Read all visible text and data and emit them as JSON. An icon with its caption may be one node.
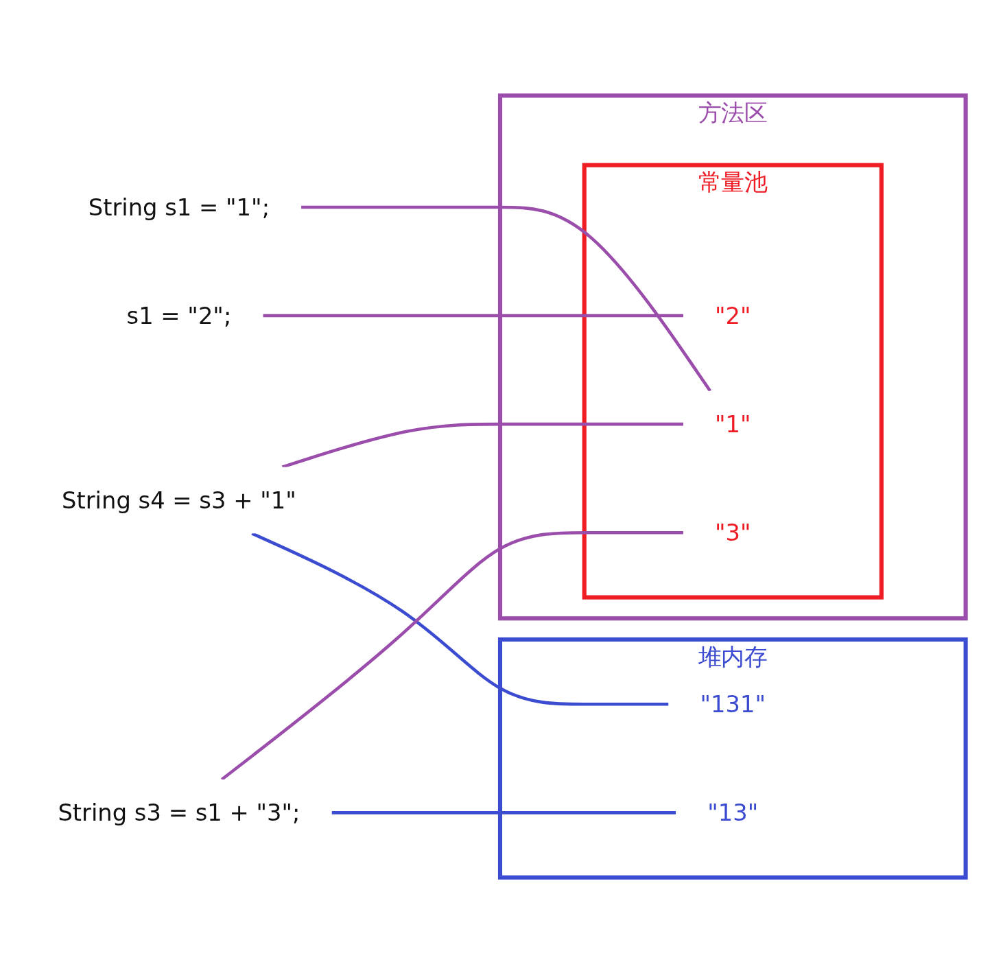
{
  "diagram": {
    "nodes": [
      {
        "text": [
          "堆内存"
        ]
      },
      {
        "text": [
          "\"13\""
        ],
        "in": 0
      },
      {
        "text": [
          "\"131\""
        ],
        "in": 0
      },
      {
        "text": [
          "方法区"
        ]
      },
      {
        "text": [
          "常量池"
        ],
        "in": 3
      },
      {
        "text": [
          "\"1\""
        ],
        "in": 4
      },
      {
        "text": [
          "\"2\""
        ],
        "in": 4
      },
      {
        "text": [
          "\"3\""
        ],
        "in": 4
      },
      {
        "text": [
          "String s1 = \"1\";"
        ]
      },
      {
        "text": [
          "s1 = \"2\";"
        ]
      },
      {
        "text": [
          "String s3 = s1 + \"3\";"
        ]
      },
      {
        "text": [
          "String s4 = s3 + \"1\""
        ]
      }
    ],
    "edges": [
      {
        "from": 8,
        "to": 5,
        "arrow": "none"
      },
      {
        "from": 9,
        "to": 6,
        "arrow": "none"
      },
      {
        "from": 10,
        "to": 1,
        "arrow": "none",
        "color": "#3b4cd0"
      },
      {
        "from": 11,
        "to": 2,
        "arrow": "none",
        "color": "#3b4cd0"
      },
      {
        "from": 10,
        "to": 7,
        "arrow": "none"
      },
      {
        "from": 11,
        "to": 5,
        "arrow": "none"
      }
    ]
  }
}
